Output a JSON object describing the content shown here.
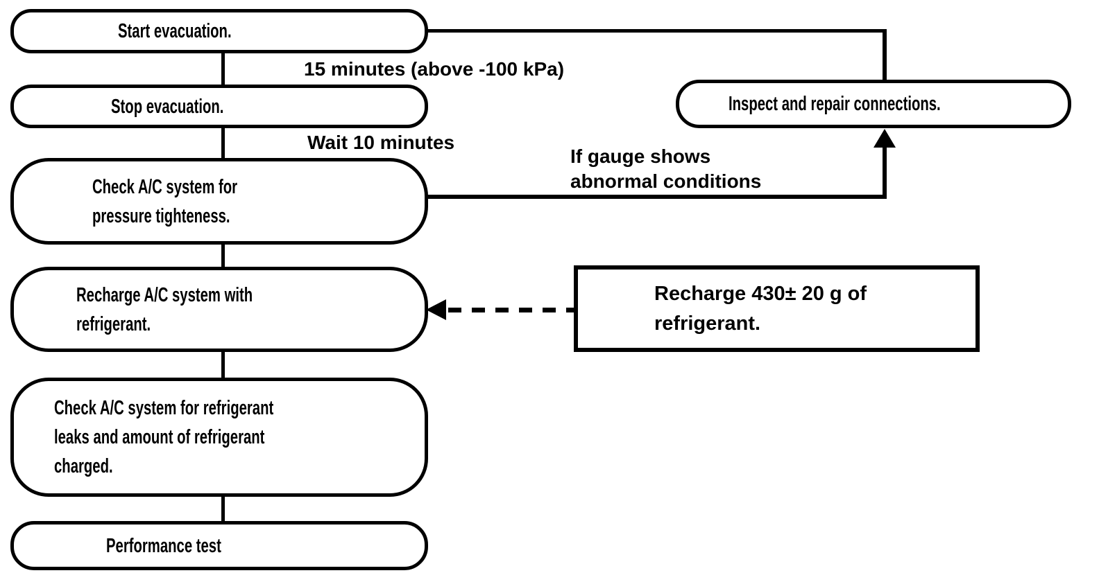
{
  "boxes": {
    "start": {
      "lines": [
        "Start evacuation."
      ]
    },
    "stop": {
      "lines": [
        "Stop evacuation."
      ]
    },
    "check_pressure": {
      "lines": [
        "Check A/C system for",
        "pressure tighteness."
      ]
    },
    "recharge": {
      "lines": [
        "Recharge A/C system with",
        "refrigerant."
      ]
    },
    "check_leaks": {
      "lines": [
        "Check A/C system for refrigerant",
        "leaks and amount of refrigerant",
        "charged."
      ]
    },
    "performance": {
      "lines": [
        "Performance test"
      ]
    },
    "inspect": {
      "lines": [
        "Inspect and repair connections."
      ]
    },
    "recharge_note": {
      "lines": [
        "Recharge 430± 20 g of",
        "refrigerant."
      ]
    }
  },
  "edge_labels": {
    "evacuation_time": "15 minutes (above -100 kPa)",
    "wait": "Wait 10 minutes",
    "gauge_condition": {
      "lines": [
        "If gauge shows",
        "abnormal conditions"
      ]
    }
  },
  "colors": {
    "ink": "#000000",
    "background": "#ffffff"
  }
}
